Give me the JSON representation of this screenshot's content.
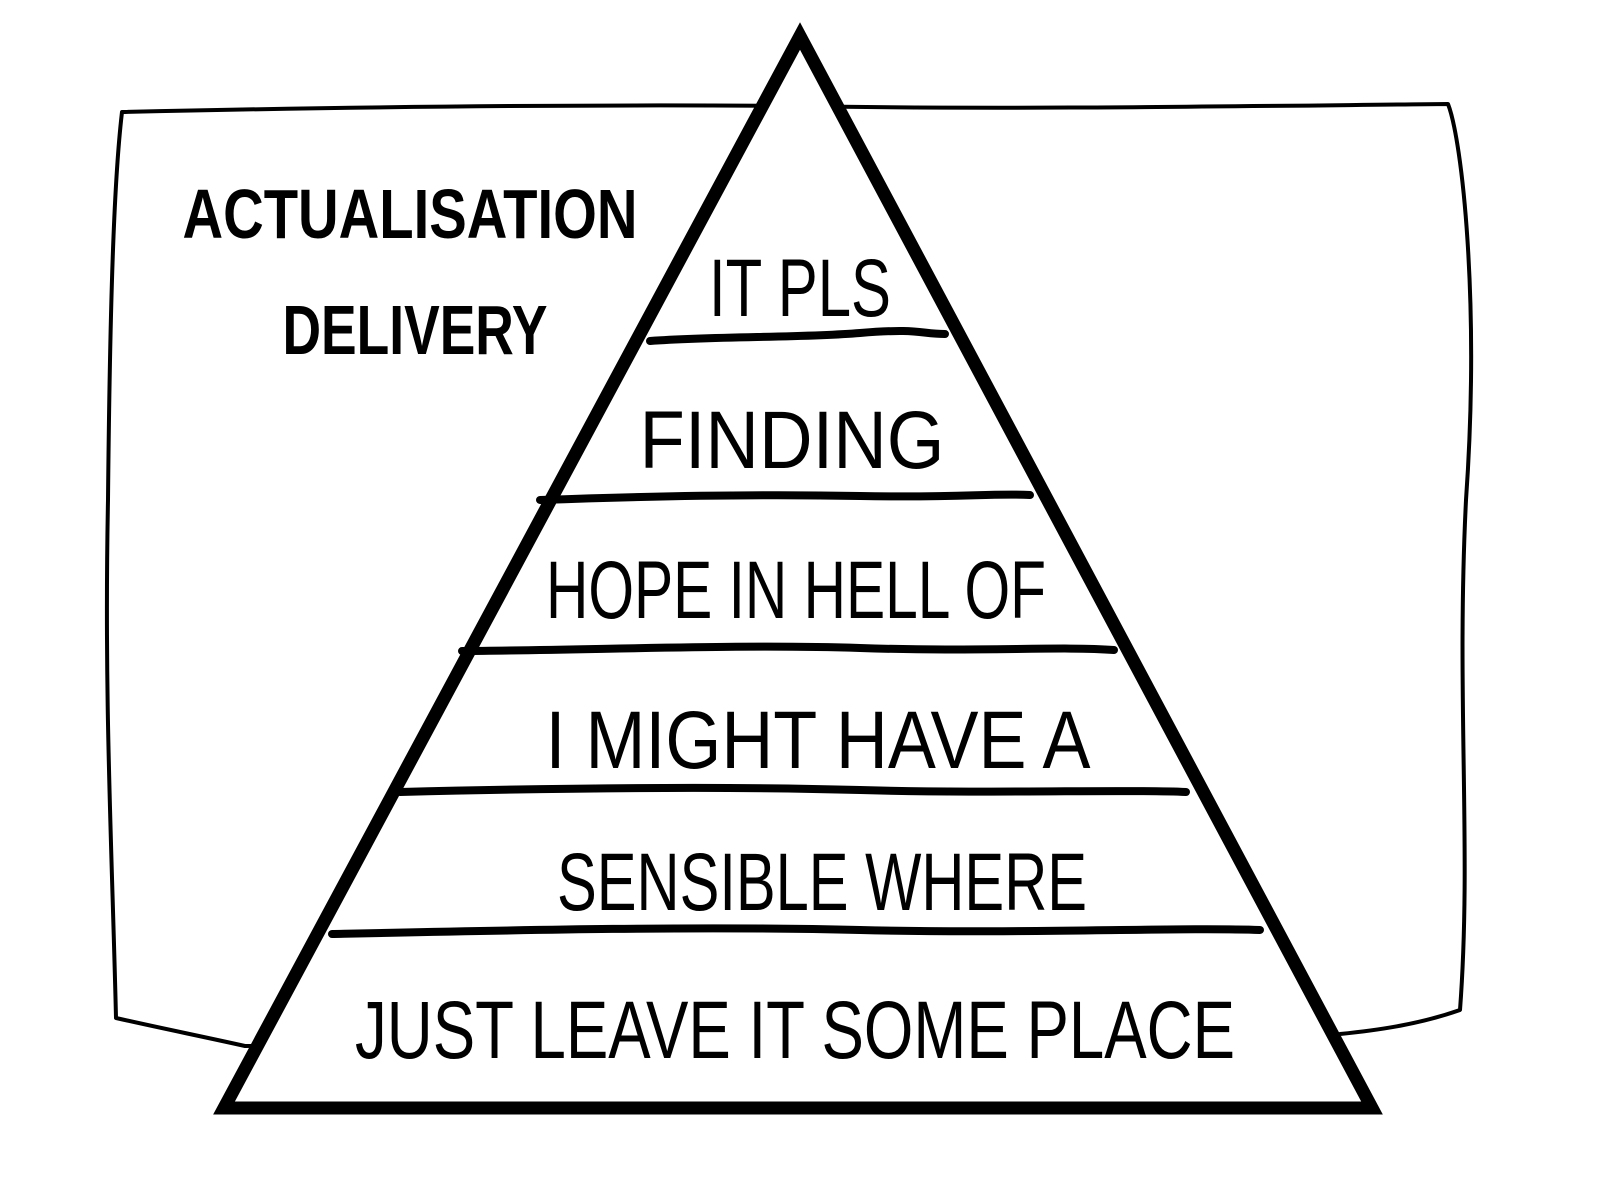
{
  "corner_label": {
    "line1": "ACTUALISATION",
    "line2": "DELIVERY"
  },
  "pyramid": {
    "tiers": [
      {
        "label": "IT PLS"
      },
      {
        "label": "FINDING"
      },
      {
        "label": "HOPE IN HELL OF"
      },
      {
        "label": "I MIGHT HAVE A"
      },
      {
        "label": "SENSIBLE WHERE"
      },
      {
        "label": "JUST LEAVE IT SOME PLACE"
      }
    ]
  },
  "colors": {
    "ink": "#000000",
    "paper": "#ffffff"
  }
}
